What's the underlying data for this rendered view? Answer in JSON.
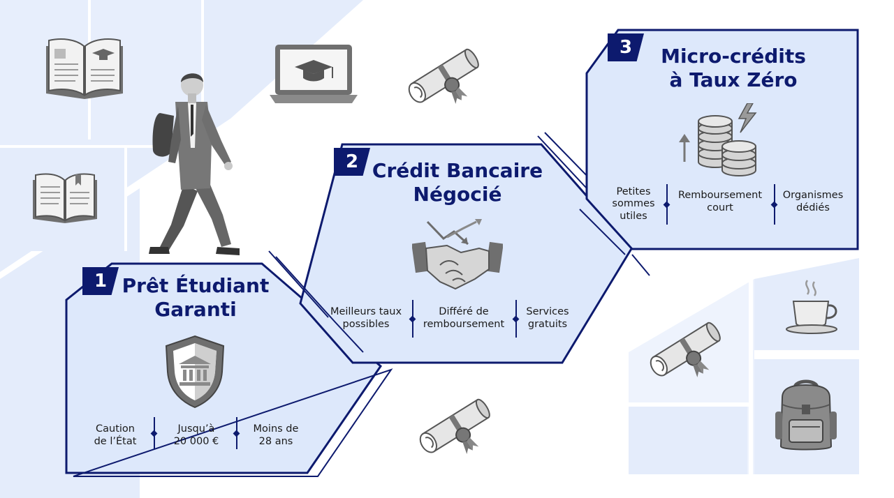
{
  "cards": [
    {
      "number": "1",
      "title_line1": "Prêt Étudiant",
      "title_line2": "Garanti",
      "icon": "shield-bank-icon",
      "features": [
        {
          "line1": "Caution",
          "line2": "de l’État"
        },
        {
          "line1": "Jusqu’à",
          "line2": "20 000 €"
        },
        {
          "line1": "Moins de",
          "line2": "28 ans"
        }
      ]
    },
    {
      "number": "2",
      "title_line1": "Crédit Bancaire",
      "title_line2": "Négocié",
      "icon": "handshake-icon",
      "features": [
        {
          "line1": "Meilleurs taux",
          "line2": "possibles"
        },
        {
          "line1": "Différé de",
          "line2": "remboursement"
        },
        {
          "line1": "Services",
          "line2": "gratuits"
        }
      ]
    },
    {
      "number": "3",
      "title_line1": "Micro-crédits",
      "title_line2": "à Taux Zéro",
      "icon": "coins-stack-icon",
      "features": [
        {
          "line1": "Petites",
          "line2": "sommes",
          "line3": "utiles"
        },
        {
          "line1": "Remboursement",
          "line2": "court"
        },
        {
          "line1": "Organismes",
          "line2": "dédiés"
        }
      ]
    }
  ],
  "decorations": [
    "open-book-icon",
    "laptop-graduation-cap-icon",
    "diploma-scroll-icon",
    "student-walking-icon",
    "coffee-cup-icon",
    "backpack-icon"
  ],
  "colors": {
    "navy": "#0d1a6e",
    "card_fill": "#dde8fb",
    "background_tint": "#e4ecfb",
    "icon_gray": "#8a8a8a"
  }
}
